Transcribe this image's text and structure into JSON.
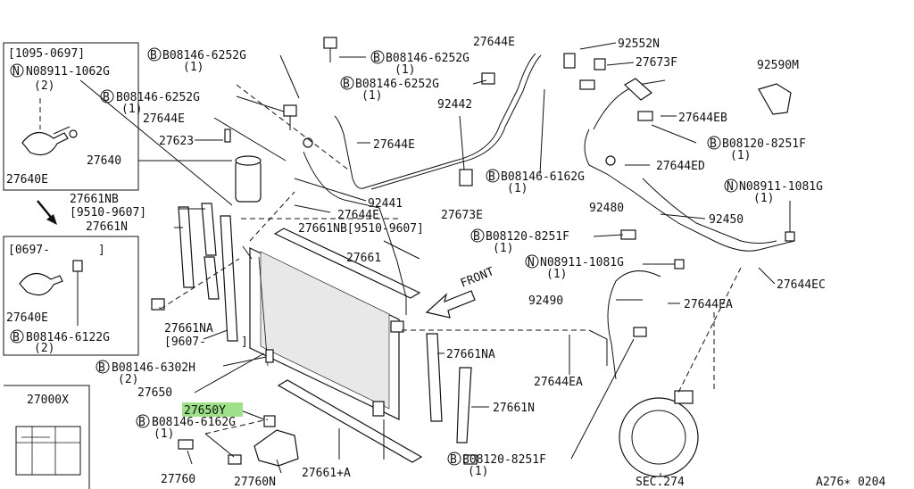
{
  "highlight_color": "#9fe08a",
  "highlighted_part": "27650Y",
  "footer_code": "A276∗ 0204",
  "inset_top": {
    "range": "[1095-0697]",
    "note": "N08911-1062G",
    "qty": "(2)",
    "part": "27640E"
  },
  "inset_bottom": {
    "range": "[0697-",
    "bracket_close": "]",
    "part": "27640E",
    "bolt": "B08146-6122G",
    "bolt_qty": "(2)"
  },
  "inset_label": {
    "part": "27000X"
  },
  "front_label": "FRONT",
  "callouts": [
    {
      "id": "c1",
      "text": "B08146-6252G"
    },
    {
      "id": "c1q",
      "text": "(1)"
    },
    {
      "id": "c2",
      "text": "B08146-6252G"
    },
    {
      "id": "c2q",
      "text": "(1)"
    },
    {
      "id": "c3",
      "text": "27644E"
    },
    {
      "id": "c4",
      "text": "27623"
    },
    {
      "id": "c5",
      "text": "27640"
    },
    {
      "id": "c6",
      "text": "27661NB"
    },
    {
      "id": "c7",
      "text": "[9510-9607]"
    },
    {
      "id": "c8",
      "text": "27661N"
    },
    {
      "id": "c9",
      "text": "27644E"
    },
    {
      "id": "c10",
      "text": "B08146-6252G"
    },
    {
      "id": "c10q",
      "text": "(1)"
    },
    {
      "id": "c11",
      "text": "B08146-6252G"
    },
    {
      "id": "c11q",
      "text": "(1)"
    },
    {
      "id": "c12",
      "text": "92442"
    },
    {
      "id": "c13",
      "text": "27644E"
    },
    {
      "id": "c14",
      "text": "92441"
    },
    {
      "id": "c15",
      "text": "27644E"
    },
    {
      "id": "c16",
      "text": "27661NB[9510-9607]"
    },
    {
      "id": "c17",
      "text": "27673E"
    },
    {
      "id": "c18",
      "text": "B08146-6162G"
    },
    {
      "id": "c18q",
      "text": "(1)"
    },
    {
      "id": "c19",
      "text": "92552N"
    },
    {
      "id": "c20",
      "text": "27673F"
    },
    {
      "id": "c21",
      "text": "92590M"
    },
    {
      "id": "c22",
      "text": "27644EB"
    },
    {
      "id": "c23",
      "text": "B08120-8251F"
    },
    {
      "id": "c23q",
      "text": "(1)"
    },
    {
      "id": "c24",
      "text": "27644ED"
    },
    {
      "id": "c25",
      "text": "N08911-1081G"
    },
    {
      "id": "c25q",
      "text": "(1)"
    },
    {
      "id": "c26",
      "text": "92480"
    },
    {
      "id": "c27",
      "text": "92450"
    },
    {
      "id": "c28",
      "text": "B08120-8251F"
    },
    {
      "id": "c28q",
      "text": "(1)"
    },
    {
      "id": "c29",
      "text": "27661"
    },
    {
      "id": "c30",
      "text": "N08911-1081G"
    },
    {
      "id": "c30q",
      "text": "(1)"
    },
    {
      "id": "c31",
      "text": "27644EC"
    },
    {
      "id": "c32",
      "text": "92490"
    },
    {
      "id": "c33",
      "text": "27644EA"
    },
    {
      "id": "c34",
      "text": "27661NA"
    },
    {
      "id": "c35",
      "text": "[9607-"
    },
    {
      "id": "c35b",
      "text": "]"
    },
    {
      "id": "c36",
      "text": "B08146-6302H"
    },
    {
      "id": "c36q",
      "text": "(2)"
    },
    {
      "id": "c37",
      "text": "27661NA"
    },
    {
      "id": "c38",
      "text": "27644EA"
    },
    {
      "id": "c39",
      "text": "27650"
    },
    {
      "id": "c40",
      "text": "27661N"
    },
    {
      "id": "c41",
      "text": "27650Y"
    },
    {
      "id": "c42",
      "text": "B08146-6162G"
    },
    {
      "id": "c42q",
      "text": "(1)"
    },
    {
      "id": "c43",
      "text": "27760"
    },
    {
      "id": "c44",
      "text": "27760N"
    },
    {
      "id": "c45",
      "text": "27661+A"
    },
    {
      "id": "c46",
      "text": "B08120-8251F"
    },
    {
      "id": "c46q",
      "text": "(1)"
    },
    {
      "id": "c47",
      "text": "SEC.274"
    }
  ]
}
